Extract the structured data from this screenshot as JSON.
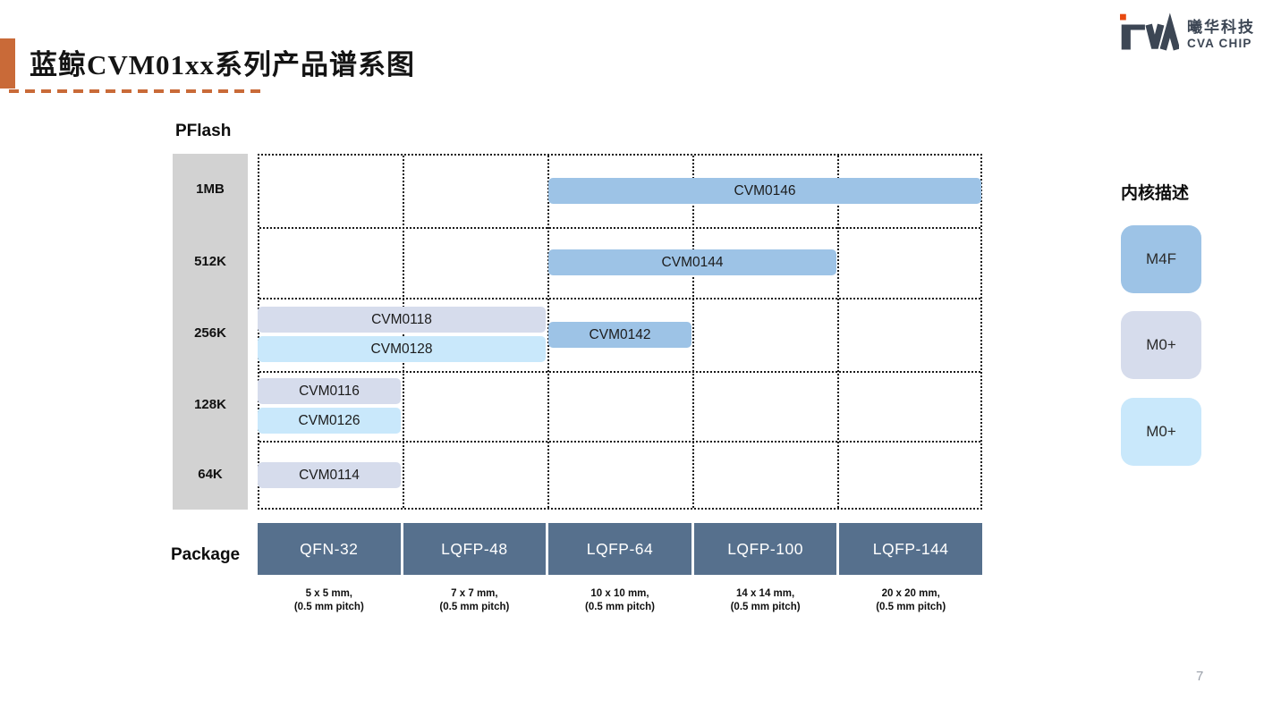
{
  "header": {
    "title": "蓝鲸CVM01xx系列产品谱系图"
  },
  "logo": {
    "mark": "CVA",
    "company_cn": "曦华科技",
    "company_en": "CVA CHIP"
  },
  "chart_data": {
    "type": "range-bar-matrix",
    "y_axis": {
      "title": "PFlash",
      "categories": [
        "1MB",
        "512K",
        "256K",
        "128K",
        "64K"
      ]
    },
    "x_axis": {
      "title": "Package"
    },
    "packages": [
      {
        "name": "QFN-32",
        "size": "5 x 5 mm,",
        "pitch": "(0.5 mm pitch)"
      },
      {
        "name": "LQFP-48",
        "size": "7 x 7 mm,",
        "pitch": "(0.5 mm pitch)"
      },
      {
        "name": "LQFP-64",
        "size": "10 x 10 mm,",
        "pitch": "(0.5 mm pitch)"
      },
      {
        "name": "LQFP-100",
        "size": "14 x 14 mm,",
        "pitch": "(0.5 mm pitch)"
      },
      {
        "name": "LQFP-144",
        "size": "20 x 20 mm,",
        "pitch": "(0.5 mm pitch)"
      }
    ],
    "bars": [
      {
        "name": "CVM0146",
        "core": "M4F",
        "pflash": "1MB",
        "package_from": "LQFP-64",
        "package_to": "LQFP-144",
        "stack": "solo",
        "color": "#9dc3e6"
      },
      {
        "name": "CVM0144",
        "core": "M4F",
        "pflash": "512K",
        "package_from": "LQFP-64",
        "package_to": "LQFP-100",
        "stack": "solo",
        "color": "#9dc3e6"
      },
      {
        "name": "CVM0118",
        "core": "M0+",
        "pflash": "256K",
        "package_from": "QFN-32",
        "package_to": "LQFP-48",
        "stack": "upper",
        "color": "#d6dcec"
      },
      {
        "name": "CVM0128",
        "core": "M0+",
        "pflash": "256K",
        "package_from": "QFN-32",
        "package_to": "LQFP-48",
        "stack": "lower",
        "color": "#c9e8fb"
      },
      {
        "name": "CVM0142",
        "core": "M4F",
        "pflash": "256K",
        "package_from": "LQFP-64",
        "package_to": "LQFP-64",
        "stack": "middle",
        "color": "#9dc3e6"
      },
      {
        "name": "CVM0116",
        "core": "M0+",
        "pflash": "128K",
        "package_from": "QFN-32",
        "package_to": "QFN-32",
        "stack": "upper",
        "color": "#d6dcec"
      },
      {
        "name": "CVM0126",
        "core": "M0+",
        "pflash": "128K",
        "package_from": "QFN-32",
        "package_to": "QFN-32",
        "stack": "lower",
        "color": "#c9e8fb"
      },
      {
        "name": "CVM0114",
        "core": "M0+",
        "pflash": "64K",
        "package_from": "QFN-32",
        "package_to": "QFN-32",
        "stack": "solo",
        "color": "#d6dcec"
      }
    ]
  },
  "legend": {
    "title": "内核描述",
    "items": [
      {
        "label": "M4F",
        "color": "#9dc3e6"
      },
      {
        "label": "M0+",
        "color": "#d6dcec"
      },
      {
        "label": "M0+",
        "color": "#c9e8fb"
      }
    ]
  },
  "footer": {
    "page_number": "7"
  },
  "colors": {
    "accent_orange": "#c96a38",
    "package_cell": "#56708d",
    "flash_column_bg": "#d2d2d2",
    "logo_dark": "#3c4654",
    "logo_orange": "#e8490f"
  }
}
